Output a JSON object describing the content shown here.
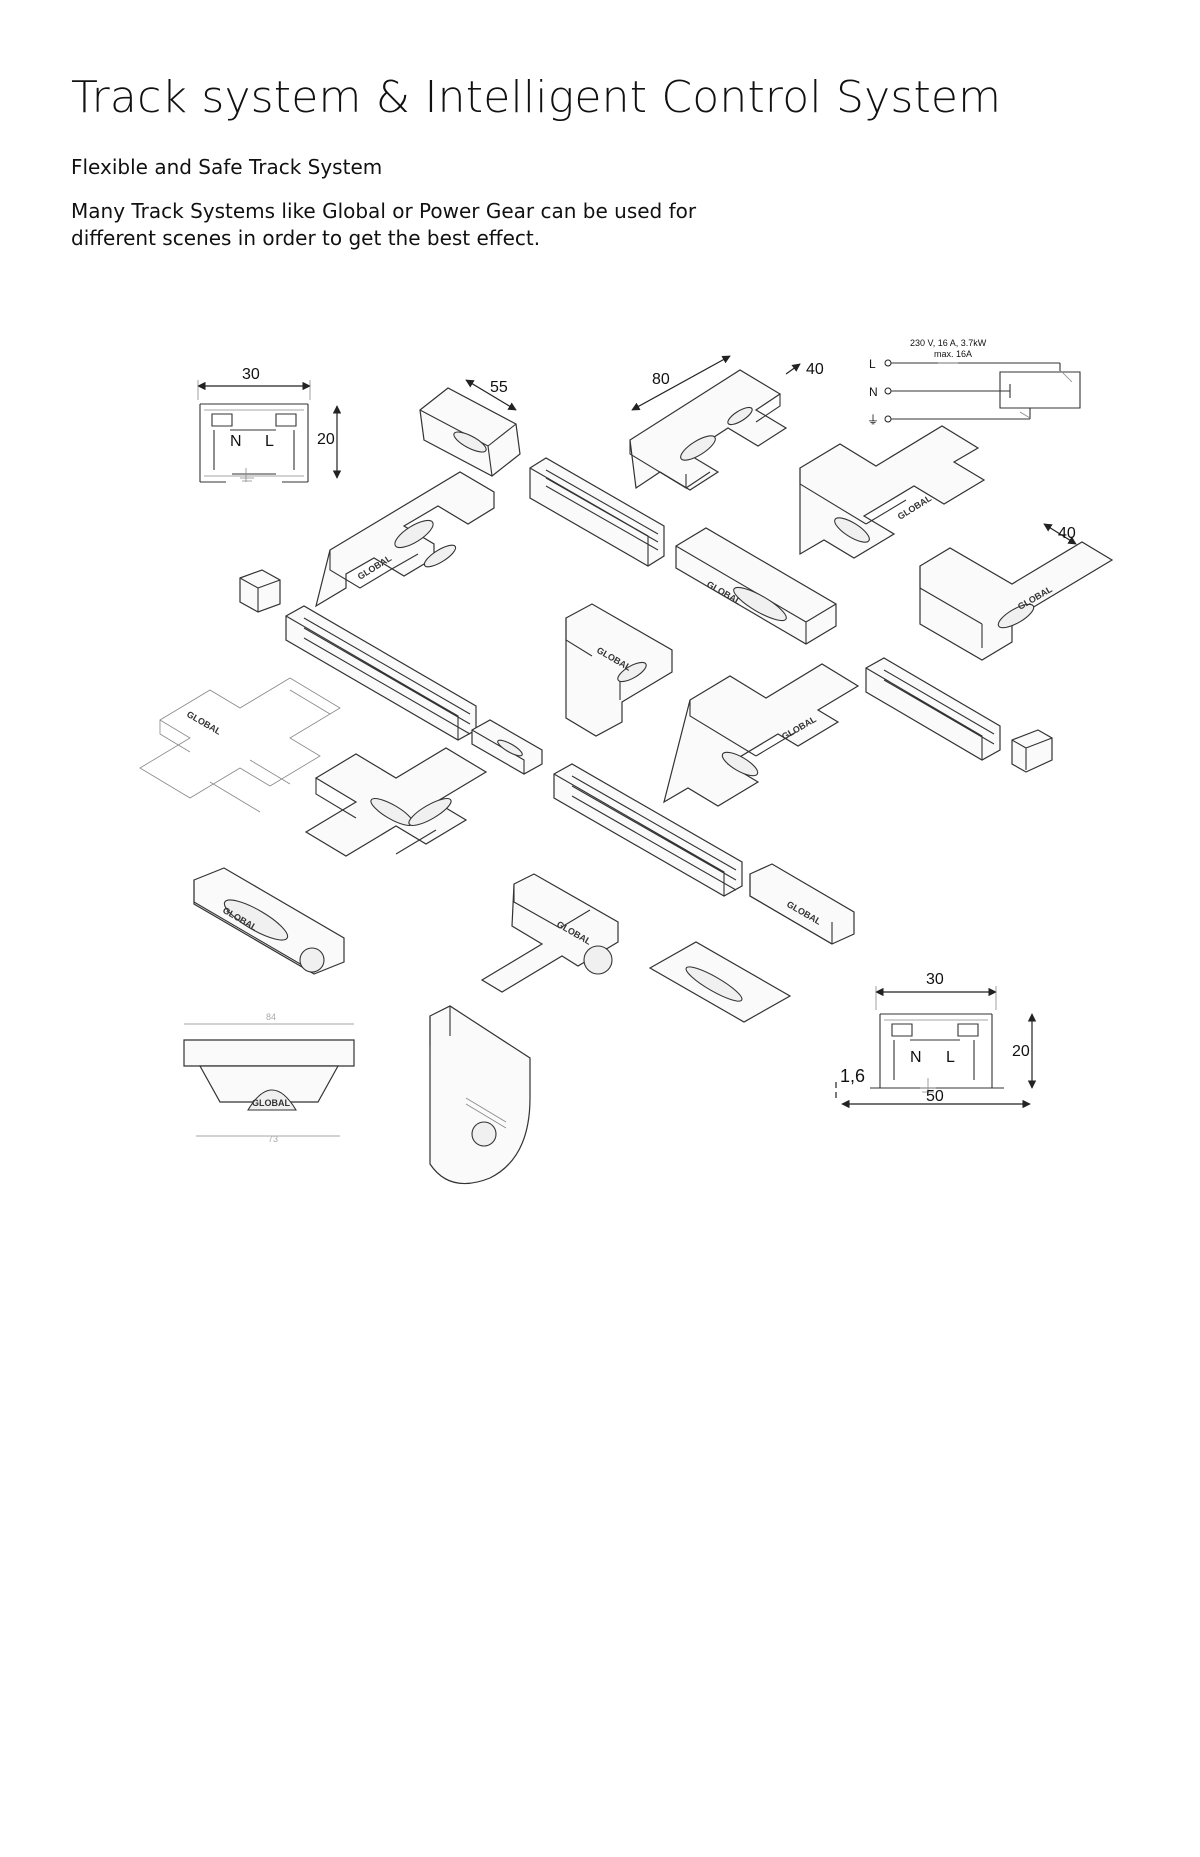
{
  "header": {
    "title": "Track system & Intelligent Control System",
    "subtitle": "Flexible and Safe Track System",
    "body": "Many Track Systems like Global or Power Gear can be used for\ndifferent scenes in order  to get the best effect."
  },
  "figure": {
    "profile_top": {
      "width": "30",
      "height": "20",
      "label_n": "N",
      "label_l": "L"
    },
    "profile_bottom": {
      "width": "30",
      "height": "20",
      "base_width": "50",
      "offset": "1,6",
      "label_n": "N",
      "label_l": "L"
    },
    "dimensions": {
      "end_cap": "55",
      "t_connector_length": "80",
      "t_connector_depth": "40",
      "l_connector_depth": "40"
    },
    "wiring": {
      "rating": "230 V, 16 A, 3.7kW",
      "max": "max. 16A",
      "line_l": "L",
      "line_n": "N",
      "line_earth": "⏚"
    },
    "adapter_dims": {
      "top": "84",
      "bottom": "73"
    },
    "brand": "GLOBAL"
  }
}
